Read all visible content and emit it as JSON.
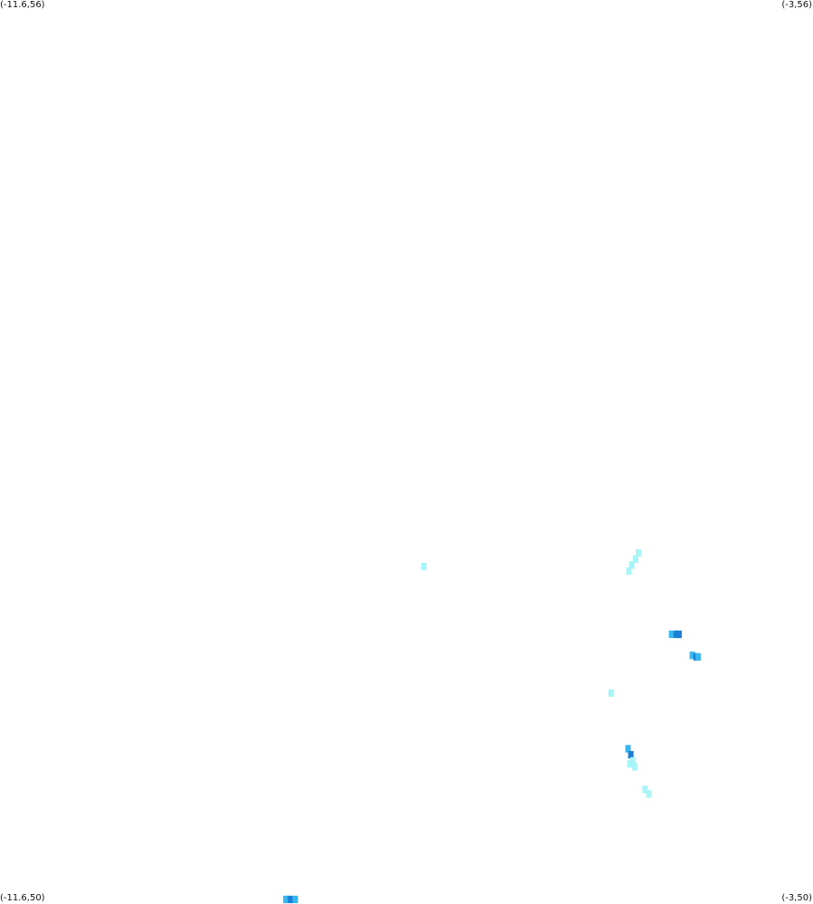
{
  "map": {
    "corners": {
      "top_left": "(-11.6,56)",
      "top_right": "(-3,56)",
      "bottom_left": "(-11.6,50)",
      "bottom_right": "(-3,50)"
    },
    "bounds": {
      "lon_min": -11.6,
      "lon_max": -3,
      "lat_min": 50,
      "lat_max": 56
    },
    "cell_size_deg": 0.05,
    "intensity_colors": {
      "light": "#a8f4f6",
      "medium": "#38b6ef",
      "dark": "#1a7fd6"
    },
    "cells": [
      {
        "lon": -7.12,
        "lat": 52.24,
        "level": "light"
      },
      {
        "lon": -4.5,
        "lat": 51.79,
        "level": "medium"
      },
      {
        "lon": -4.45,
        "lat": 51.79,
        "level": "dark"
      },
      {
        "lon": -4.42,
        "lat": 51.79,
        "level": "dark"
      },
      {
        "lon": -4.28,
        "lat": 51.65,
        "level": "medium"
      },
      {
        "lon": -4.24,
        "lat": 51.64,
        "level": "dark"
      },
      {
        "lon": -4.22,
        "lat": 51.64,
        "level": "medium"
      },
      {
        "lon": -4.85,
        "lat": 52.33,
        "level": "light"
      },
      {
        "lon": -4.88,
        "lat": 52.29,
        "level": "light"
      },
      {
        "lon": -4.92,
        "lat": 52.25,
        "level": "light"
      },
      {
        "lon": -4.95,
        "lat": 52.21,
        "level": "light"
      },
      {
        "lon": -5.14,
        "lat": 51.4,
        "level": "light"
      },
      {
        "lon": -4.96,
        "lat": 51.03,
        "level": "medium"
      },
      {
        "lon": -4.93,
        "lat": 50.99,
        "level": "dark"
      },
      {
        "lon": -4.91,
        "lat": 50.95,
        "level": "light"
      },
      {
        "lon": -4.89,
        "lat": 50.91,
        "level": "light"
      },
      {
        "lon": -4.94,
        "lat": 50.93,
        "level": "light"
      },
      {
        "lon": -4.78,
        "lat": 50.76,
        "level": "light"
      },
      {
        "lon": -4.74,
        "lat": 50.73,
        "level": "light"
      },
      {
        "lon": -8.58,
        "lat": 50.03,
        "level": "medium"
      },
      {
        "lon": -8.53,
        "lat": 50.03,
        "level": "dark"
      },
      {
        "lon": -8.48,
        "lat": 50.03,
        "level": "medium"
      }
    ]
  }
}
